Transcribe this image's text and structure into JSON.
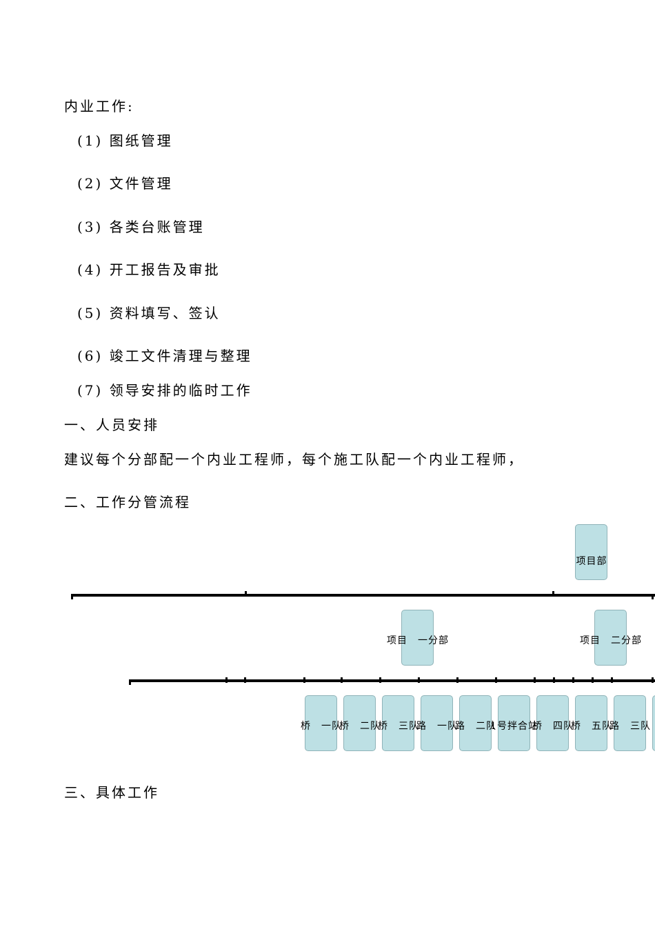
{
  "intro_heading": "内业工作:",
  "tasks": [
    "(1) 图纸管理",
    "(2) 文件管理",
    "(3) 各类台账管理",
    "(4) 开工报告及审批",
    "(5) 资料填写、签认",
    "(6) 竣工文件清理与整理",
    "(7) 领导安排的临时工作"
  ],
  "section1": {
    "title": "一、人员安排",
    "body": "建议每个分部配一个内业工程师，每个施工队配一个内业工程师，"
  },
  "section2": {
    "title": "二、工作分管流程"
  },
  "org_chart": {
    "box_color": "#bde0e4",
    "top": "项目部",
    "branches": [
      "项目　一分部",
      "项目　二分部"
    ],
    "teams": [
      "桥　一队",
      "桥　二队",
      "桥　三队",
      "路　一队",
      "路　二队",
      "1号拌合站",
      "桥　四队",
      "桥　五队",
      "路　三队",
      ""
    ]
  },
  "section3": {
    "title": "三、具体工作"
  }
}
